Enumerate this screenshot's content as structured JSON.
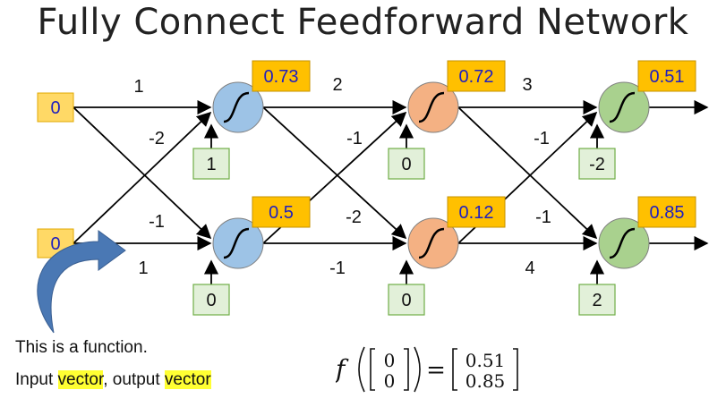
{
  "title": "Fully Connect Feedforward Network",
  "inputs": [
    "0",
    "0"
  ],
  "layers": [
    {
      "color": "#9dc3e6",
      "outputs": [
        "0.73",
        "0.5"
      ],
      "biases": [
        "1",
        "0"
      ],
      "weights_in": [
        [
          "1",
          "-2"
        ],
        [
          "-1",
          "1"
        ]
      ]
    },
    {
      "color": "#f4b183",
      "outputs": [
        "0.72",
        "0.12"
      ],
      "biases": [
        "0",
        "0"
      ],
      "weights_in": [
        [
          "2",
          "-1"
        ],
        [
          "-2",
          "-1"
        ]
      ]
    },
    {
      "color": "#a9d18e",
      "outputs": [
        "0.51",
        "0.85"
      ],
      "biases": [
        "-2",
        "2"
      ],
      "weights_in": [
        [
          "3",
          "-1"
        ],
        [
          "-1",
          "4"
        ]
      ]
    }
  ],
  "caption": {
    "line1": "This is a function.",
    "line2_a": "Input ",
    "line2_b": "vector",
    "line2_c": ", output ",
    "line2_d": "vector"
  },
  "formula": {
    "f": "f",
    "input": [
      "0",
      "0"
    ],
    "equals": "=",
    "output": [
      "0.51",
      "0.85"
    ]
  },
  "colors": {
    "value_box": "#ffc000",
    "input_box": "#ffd966",
    "bias_box": "#e2f0d9",
    "bias_border": "#70ad47",
    "value_text": "#1f1fbf",
    "arrow_blue": "#4a78b4"
  }
}
